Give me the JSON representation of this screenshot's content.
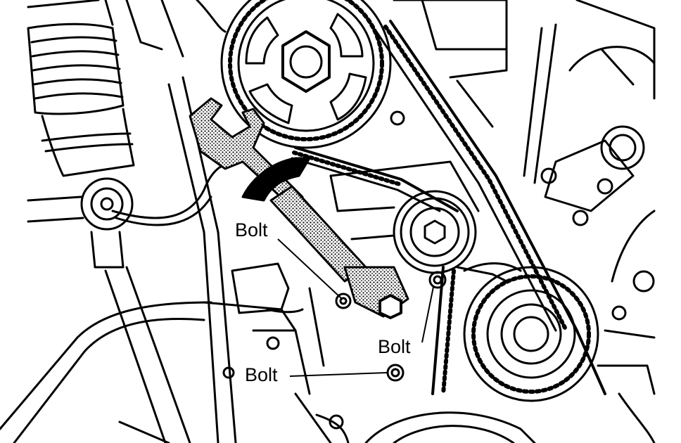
{
  "labels": {
    "bolt_1": "Bolt",
    "bolt_2": "Bolt",
    "bolt_3": "Bolt"
  },
  "colors": {
    "ink": "#000000",
    "paper": "#ffffff",
    "stipple": "#9a9a9a"
  }
}
